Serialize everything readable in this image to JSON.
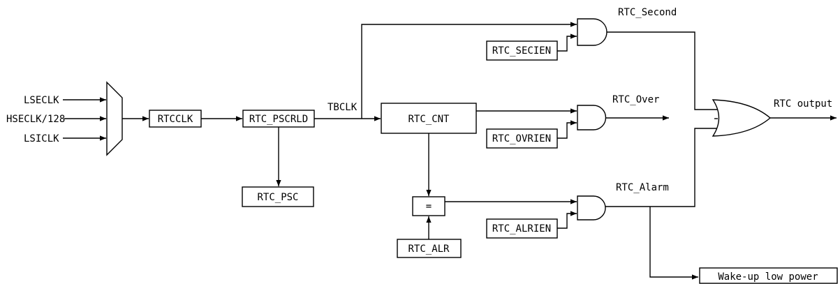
{
  "inputs": {
    "lseclk": "LSECLK",
    "hseclk": "HSECLK/128",
    "lsiclk": "LSICLK"
  },
  "blocks": {
    "rtcclk": "RTCCLK",
    "pscrld": "RTC_PSCRLD",
    "psc": "RTC_PSC",
    "cnt": "RTC_CNT",
    "compare": "=",
    "alr": "RTC_ALR",
    "secien": "RTC_SECIEN",
    "ovrien": "RTC_OVRIEN",
    "alrien": "RTC_ALRIEN",
    "wakeup": "Wake-up low power"
  },
  "signals": {
    "tbclk": "TBCLK",
    "second": "RTC_Second",
    "over": "RTC_Over",
    "alarm": "RTC_Alarm",
    "output": "RTC output"
  }
}
